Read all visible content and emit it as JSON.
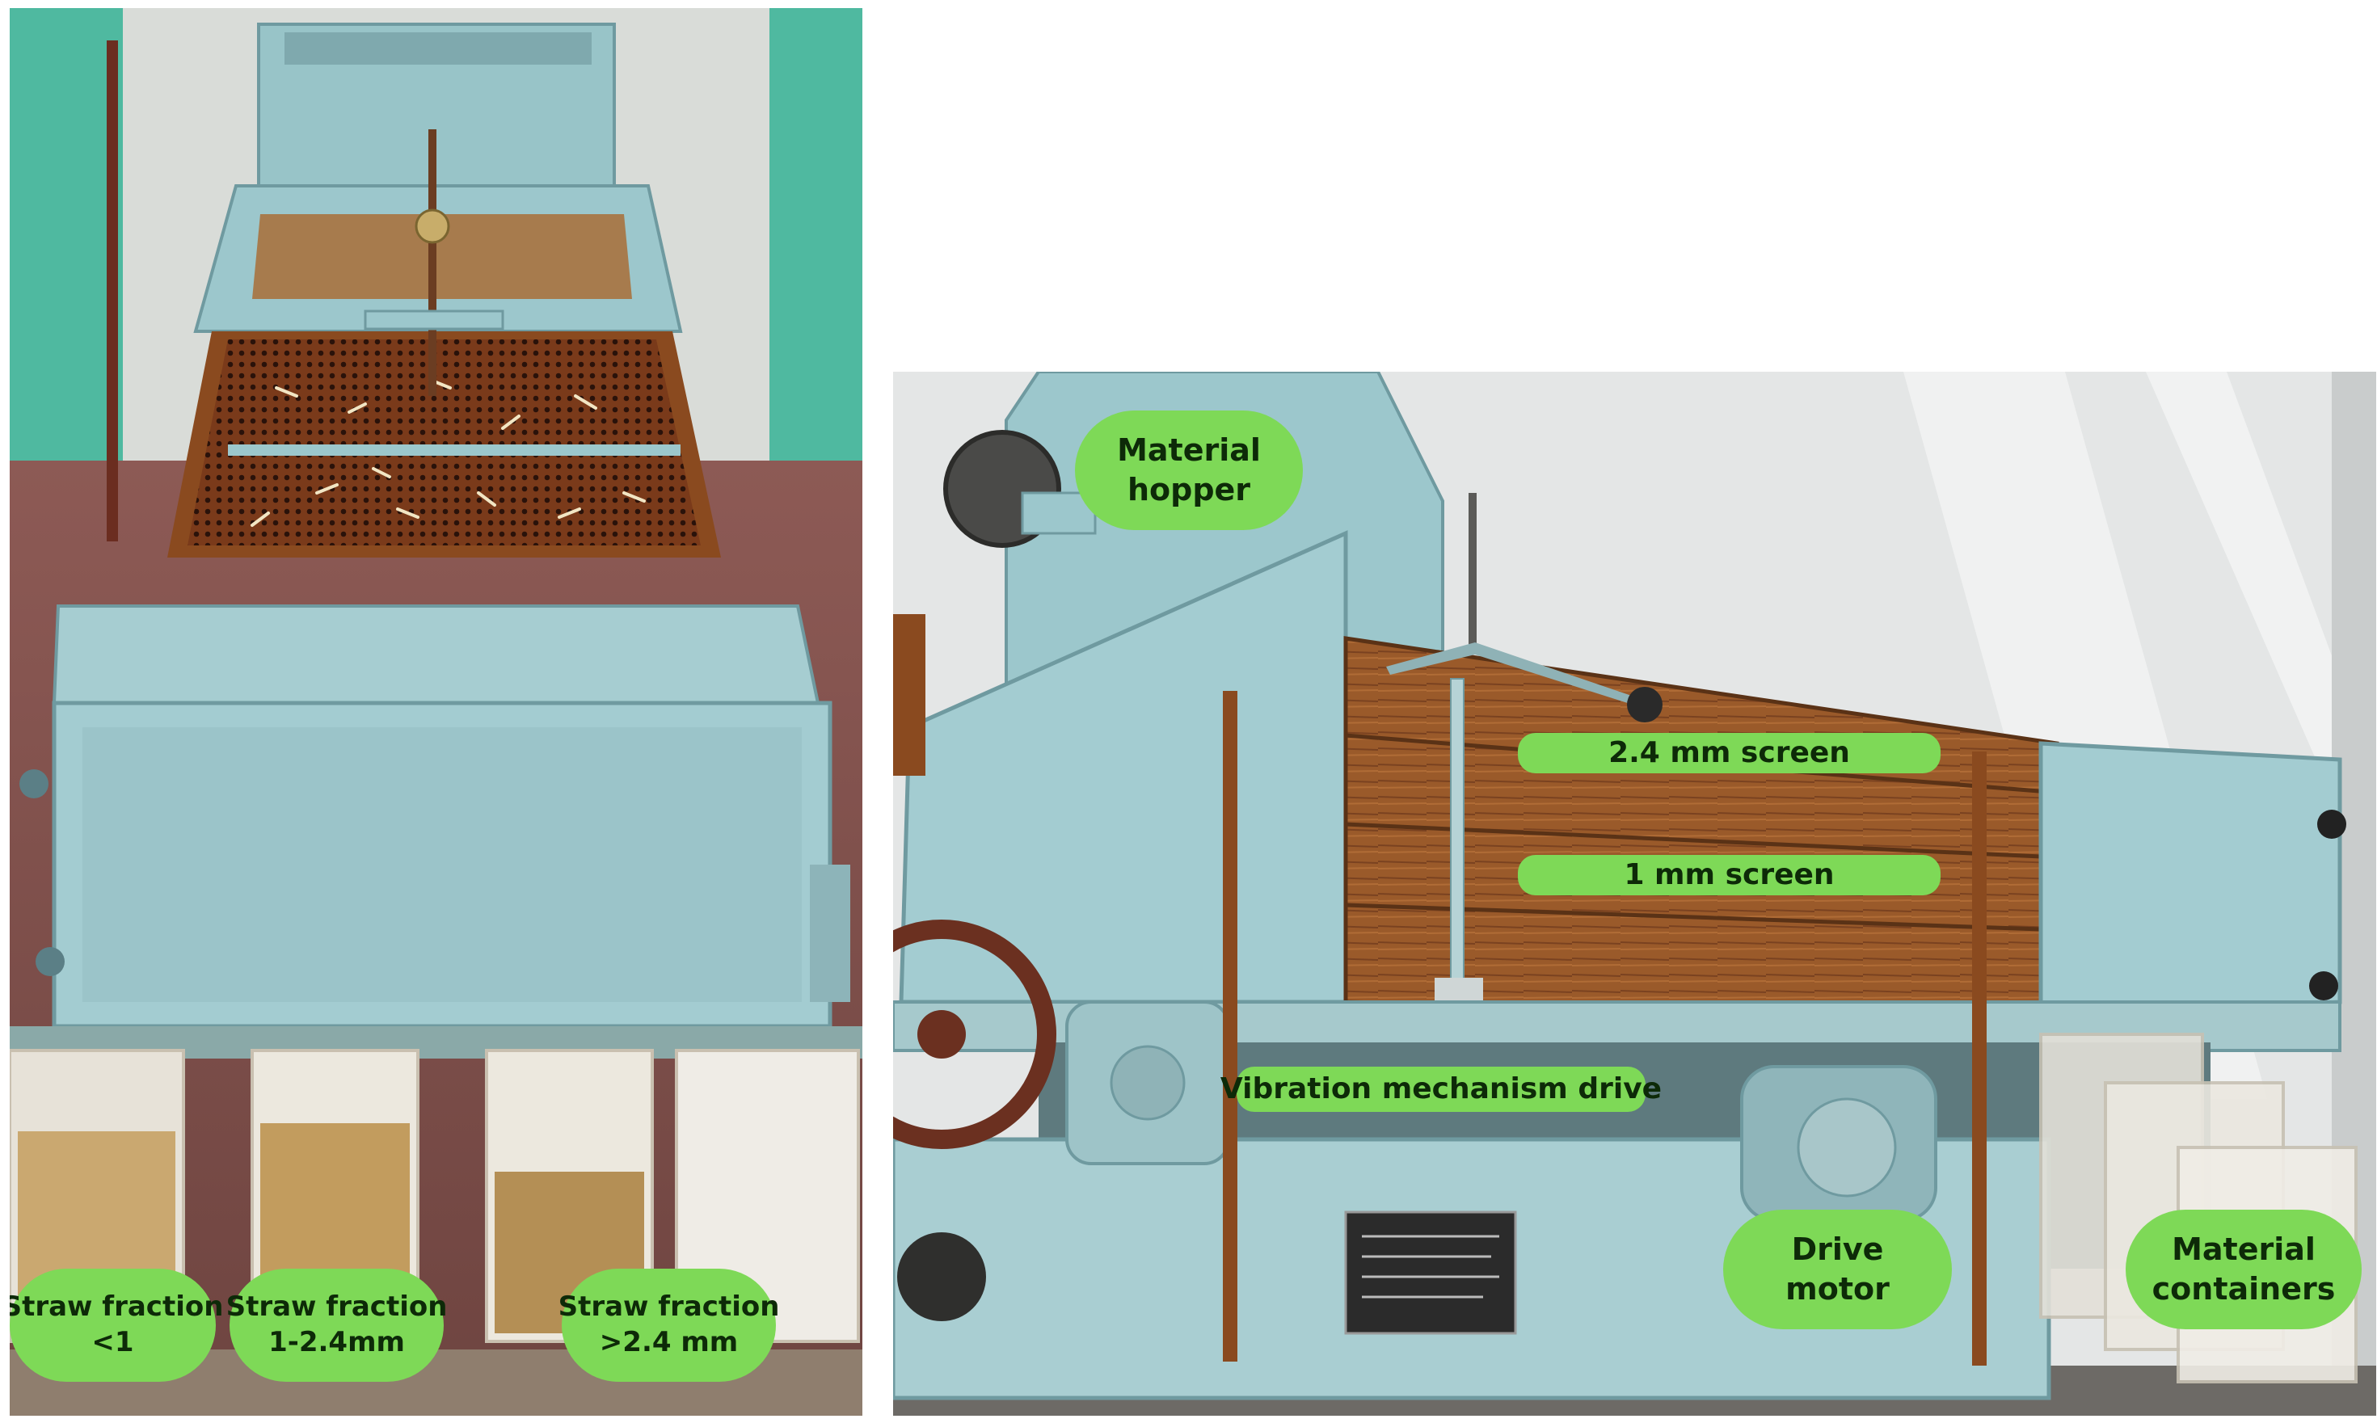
{
  "labels": {
    "straw_fraction_small": {
      "line1": "Straw fraction",
      "line2": "<1"
    },
    "straw_fraction_medium": {
      "line1": "Straw fraction",
      "line2": "1-2.4mm"
    },
    "straw_fraction_large": {
      "line1": "Straw fraction",
      "line2": ">2.4 mm"
    },
    "material_hopper": {
      "line1": "Material",
      "line2": "hopper"
    },
    "screen_top": {
      "text": "2.4 mm screen"
    },
    "screen_bottom": {
      "text": "1 mm screen"
    },
    "vibration_drive": {
      "text": "Vibration mechanism drive"
    },
    "drive_motor": {
      "line1": "Drive",
      "line2": "motor"
    },
    "material_containers": {
      "line1": "Material",
      "line2": "containers"
    }
  },
  "colors": {
    "label_fill": "#7ed957",
    "machine_body": "#9cc7cc",
    "wood_frame": "#8a4a1f",
    "wall_green": "#4fb9a0"
  }
}
